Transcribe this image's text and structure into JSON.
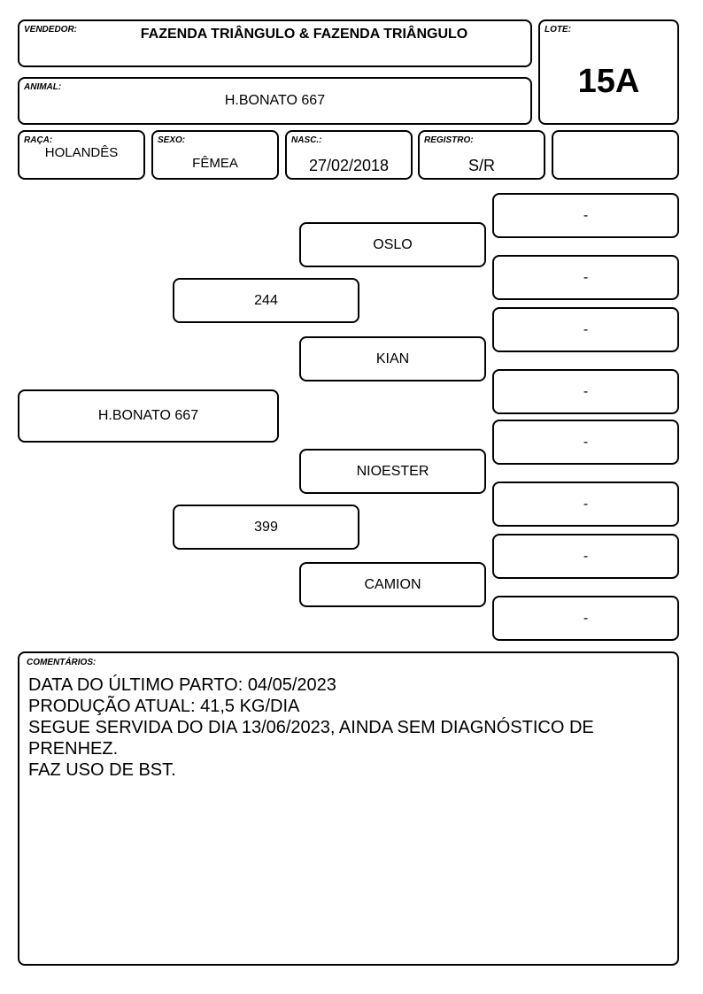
{
  "header": {
    "vendedor_label": "VENDEDOR:",
    "vendedor": "FAZENDA TRIÂNGULO & FAZENDA TRIÂNGULO",
    "lote_label": "LOTE:",
    "lote": "15A",
    "animal_label": "ANIMAL:",
    "animal": "H.BONATO 667"
  },
  "info": {
    "raca_label": "RAÇA:",
    "raca": "HOLANDÊS",
    "sexo_label": "SEXO:",
    "sexo": "FÊMEA",
    "nasc_label": "NASC.:",
    "nasc": "27/02/2018",
    "registro_label": "REGISTRO:",
    "registro": "S/R",
    "extra": ""
  },
  "pedigree": {
    "animal": "H.BONATO 667",
    "sire": "244",
    "dam": "399",
    "sire_sire": "OSLO",
    "sire_dam": "KIAN",
    "dam_sire": "NIOESTER",
    "dam_dam": "CAMION",
    "great_grandparents": [
      "-",
      "-",
      "-",
      "-",
      "-",
      "-",
      "-",
      "-"
    ]
  },
  "comments": {
    "label": "COMENTÁRIOS:",
    "text": "DATA DO ÚLTIMO PARTO: 04/05/2023\nPRODUÇÃO ATUAL: 41,5 KG/DIA\nSEGUE SERVIDA DO DIA 13/06/2023, AINDA SEM DIAGNÓSTICO DE PRENHEZ.\nFAZ USO DE BST."
  }
}
